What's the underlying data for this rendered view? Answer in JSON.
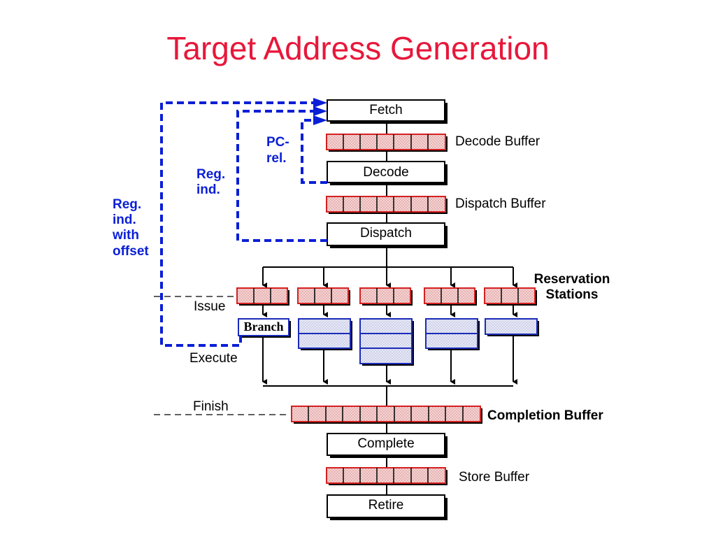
{
  "title": "Target Address Generation",
  "stages": {
    "fetch": "Fetch",
    "decode": "Decode",
    "dispatch": "Dispatch",
    "complete": "Complete",
    "retire": "Retire"
  },
  "buffers": {
    "decode_buffer": "Decode Buffer",
    "dispatch_buffer": "Dispatch Buffer",
    "store_buffer": "Store Buffer",
    "completion_buffer": "Completion Buffer",
    "reservation_line1": "Reservation",
    "reservation_line2": "Stations"
  },
  "phases": {
    "issue": "Issue",
    "execute": "Execute",
    "finish": "Finish"
  },
  "units": {
    "branch": "Branch"
  },
  "paths": {
    "pc_rel_line1": "PC-",
    "pc_rel_line2": "rel.",
    "reg_ind_line1": "Reg.",
    "reg_ind_line2": "ind.",
    "reg_off_line1": "Reg.",
    "reg_off_line2": "ind.",
    "reg_off_line3": "with",
    "reg_off_line4": "offset"
  },
  "colors": {
    "title": "#e8173a",
    "path_blue": "#0a1fd6",
    "buffer_fill": "#f4c4c4",
    "buffer_stroke": "#d62020",
    "unit_fill": "#d8dcf2",
    "unit_stroke": "#1b2bb8"
  }
}
